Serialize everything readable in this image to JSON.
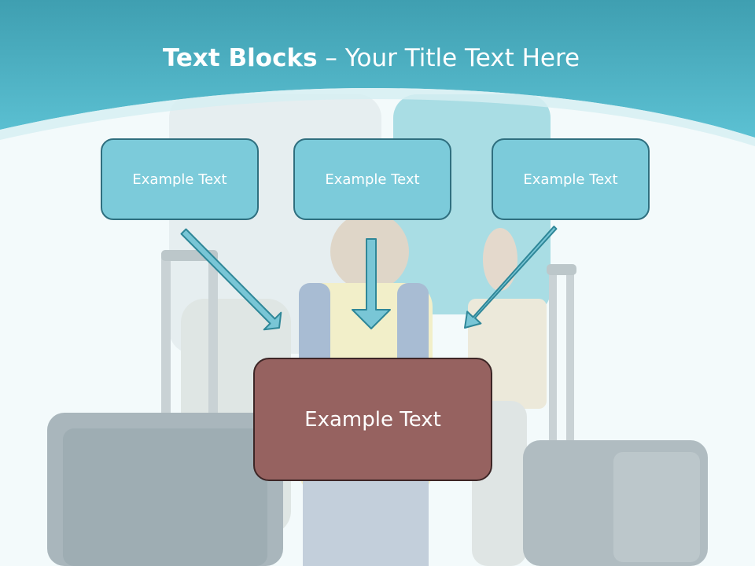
{
  "slide": {
    "title_bold": "Text Blocks",
    "title_separator": " – ",
    "title_rest": "Your Title Text Here"
  },
  "blocks": {
    "left": "Example Text",
    "middle": "Example Text",
    "right": "Example Text",
    "center": "Example Text"
  },
  "colors": {
    "header_teal": "#47aec1",
    "block_fill": "#7ccbda",
    "block_border": "#2f6f7f",
    "center_fill": "#966260",
    "center_border": "#3d2626",
    "arrow_fill": "#79c6d6"
  },
  "background": {
    "image": "family-with-suitcases-photo"
  }
}
